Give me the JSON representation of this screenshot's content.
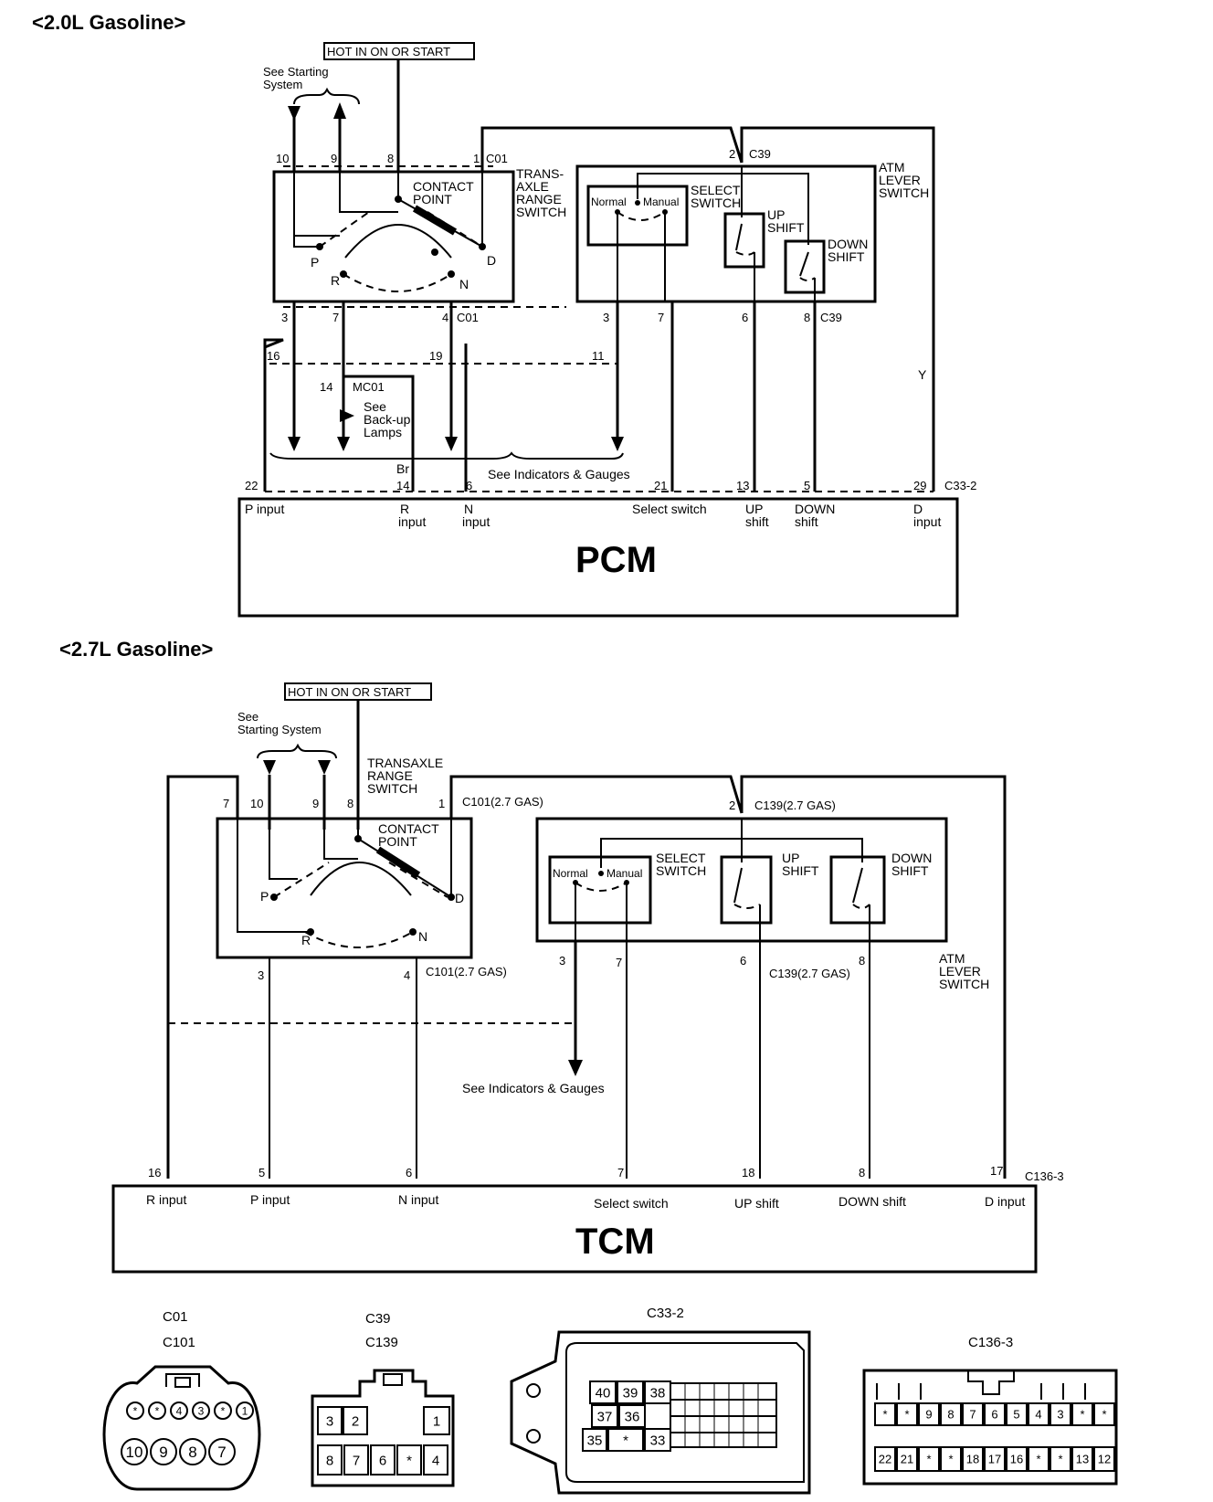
{
  "sections": {
    "s20": "<2.0L Gasoline>",
    "s27": "<2.7L Gasoline>"
  },
  "top": {
    "hot": "HOT IN ON OR START",
    "starting_1": "See Starting",
    "starting_2": "System",
    "c01": "C01",
    "c39": "C39",
    "trs": [
      "TRANS-",
      "AXLE",
      "RANGE",
      "SWITCH"
    ],
    "contact": [
      "CONTACT",
      "POINT"
    ],
    "atm": [
      "ATM",
      "LEVER",
      "SWITCH"
    ],
    "select": [
      "SELECT",
      "SWITCH"
    ],
    "normal": "Normal",
    "manual": "Manual",
    "up": [
      "UP",
      "SHIFT"
    ],
    "down": [
      "DOWN",
      "SHIFT"
    ],
    "gears": {
      "p": "P",
      "r": "R",
      "n": "N",
      "d": "D"
    },
    "pins_top": {
      "p10": "10",
      "p9": "9",
      "p8": "8",
      "p1": "1",
      "p2": "2"
    },
    "pins_bottom": {
      "p3": "3",
      "p7": "7",
      "p4": "4",
      "p3b": "3",
      "p7b": "7",
      "p6": "6",
      "p8": "8"
    },
    "harness": {
      "p16": "16",
      "p19": "19",
      "p11": "11",
      "p14": "14",
      "mc01": "MC01"
    },
    "backup": [
      "See",
      "Back-up",
      "Lamps"
    ],
    "br": "Br",
    "y": "Y",
    "indicators": "See Indicators & Gauges",
    "pcm_pins": {
      "p22": "22",
      "p14": "14",
      "p6": "6",
      "p21": "21",
      "p13": "13",
      "p5": "5",
      "p29": "29"
    },
    "c33": "C33-2",
    "pcm_labels": {
      "p": "P input",
      "r1": "R",
      "r2": "input",
      "n1": "N",
      "n2": "input",
      "sel": "Select switch",
      "up1": "UP",
      "up2": "shift",
      "dn1": "DOWN",
      "dn2": "shift",
      "d1": "D",
      "d2": "input"
    },
    "pcm": "PCM"
  },
  "bottom": {
    "hot": "HOT IN ON OR START",
    "starting_1": "See",
    "starting_2": "Starting System",
    "trs": [
      "TRANSAXLE",
      "RANGE",
      "SWITCH"
    ],
    "c101": "C101(2.7 GAS)",
    "c139": "C139(2.7 GAS)",
    "contact": [
      "CONTACT",
      "POINT"
    ],
    "select": [
      "SELECT",
      "SWITCH"
    ],
    "normal": "Normal",
    "manual": "Manual",
    "up": [
      "UP",
      "SHIFT"
    ],
    "down": [
      "DOWN",
      "SHIFT"
    ],
    "atm": [
      "ATM",
      "LEVER",
      "SWITCH"
    ],
    "gears": {
      "p": "P",
      "r": "R",
      "n": "N",
      "d": "D"
    },
    "pins_top": {
      "p7": "7",
      "p10": "10",
      "p9": "9",
      "p8": "8",
      "p1": "1",
      "p2": "2"
    },
    "pins_bottom": {
      "p3": "3",
      "p4": "4",
      "p3b": "3",
      "p7": "7",
      "p6": "6",
      "p8": "8"
    },
    "indicators": "See Indicators & Gauges",
    "tcm_pins": {
      "p16": "16",
      "p5": "5",
      "p6": "6",
      "p7": "7",
      "p18": "18",
      "p8": "8",
      "p17": "17"
    },
    "c136": "C136-3",
    "tcm_labels": {
      "r": "R input",
      "p": "P input",
      "n": "N input",
      "sel": "Select switch",
      "up": "UP shift",
      "dn": "DOWN shift",
      "d": "D input"
    },
    "tcm": "TCM"
  },
  "connectors": {
    "c01": "C01",
    "c101": "C101",
    "c39": "C39",
    "c139": "C139",
    "c33": "C33-2",
    "c136": "C136-3",
    "c01_top": [
      "*",
      "*",
      "4",
      "3",
      "*",
      "1"
    ],
    "c01_bot": [
      "10",
      "9",
      "8",
      "7"
    ],
    "c39_top": [
      "3",
      "2",
      "1"
    ],
    "c39_bot": [
      "8",
      "7",
      "6",
      "*",
      "4"
    ],
    "c33_big": [
      "40",
      "39",
      "38",
      "37",
      "36",
      "35",
      "*",
      "33"
    ],
    "c136_top": [
      "*",
      "*",
      "9",
      "8",
      "7",
      "6",
      "5",
      "4",
      "3",
      "*",
      "*"
    ],
    "c136_bot": [
      "22",
      "21",
      "*",
      "*",
      "18",
      "17",
      "16",
      "*",
      "*",
      "13",
      "12"
    ]
  }
}
